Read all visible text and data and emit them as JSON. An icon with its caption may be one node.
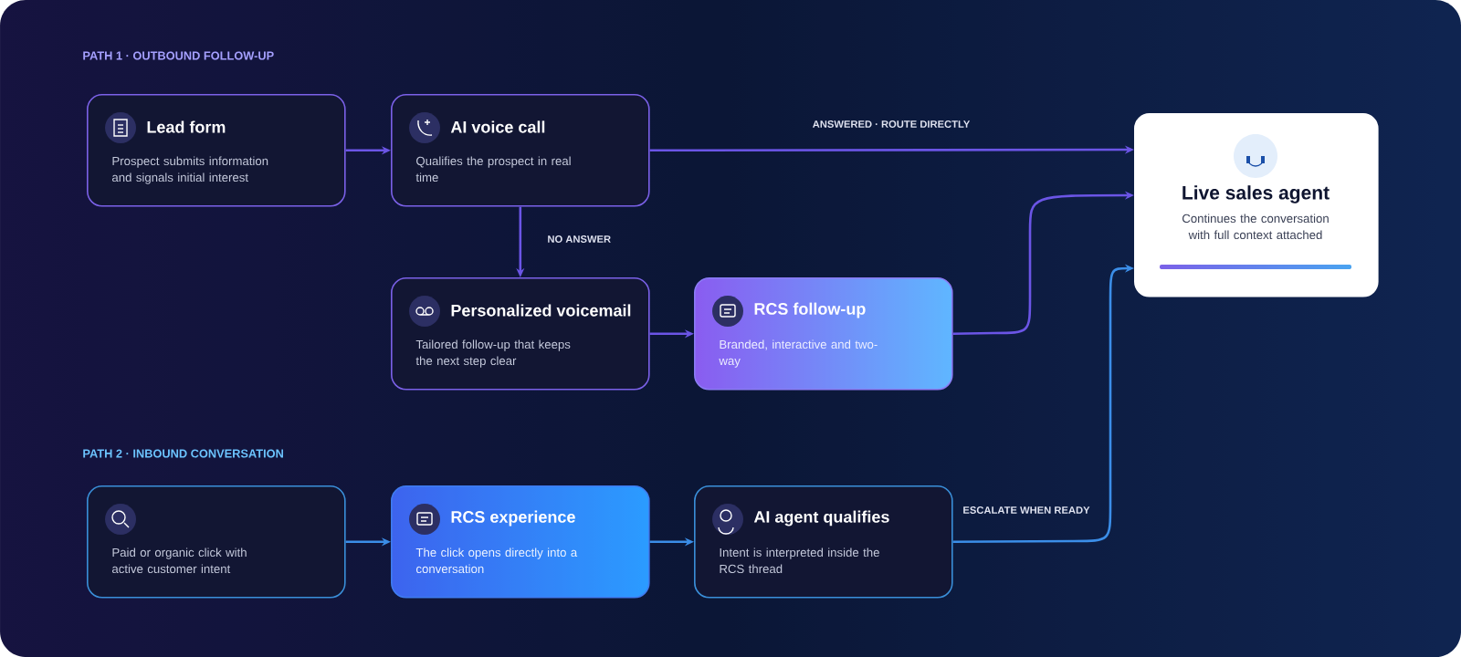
{
  "diagram": {
    "nodes": [
      {
        "text": [
          "Lead form",
          "Prospect submits information and signals initial interest"
        ]
      },
      {
        "text": [
          "AI voice call",
          "Qualifies the prospect in real time"
        ]
      },
      {
        "text": [
          "Personalized voicemail",
          "Tailored follow-up that keeps the next step clear"
        ]
      },
      {
        "text": [
          "RCS follow-up",
          "Branded, interactive and two-way"
        ]
      },
      {
        "text": [
          "Live sales agent",
          "Continues the conversation with full context attached"
        ]
      },
      {
        "text": [
          "Paid or organic click with active customer intent"
        ]
      },
      {
        "text": [
          "RCS experience",
          "The click opens directly into a conversation"
        ]
      },
      {
        "text": [
          "AI agent qualifies",
          "Intent is interpreted inside the RCS thread"
        ]
      }
    ],
    "edges": [
      {
        "from": 0,
        "to": 1,
        "arrow": "to"
      },
      {
        "from": 1,
        "to": 4,
        "arrow": "to",
        "label": "ANSWERED · ROUTE DIRECTLY"
      },
      {
        "from": 1,
        "to": 2,
        "arrow": "to",
        "label": "NO ANSWER"
      },
      {
        "from": 2,
        "to": 3,
        "arrow": "to"
      },
      {
        "from": 3,
        "to": 4,
        "arrow": "to"
      },
      {
        "from": 5,
        "to": 6,
        "arrow": "to",
        "color": "#3b8ee8"
      },
      {
        "from": 6,
        "to": 7,
        "arrow": "to",
        "color": "#3b8ee8"
      },
      {
        "from": 7,
        "to": 4,
        "arrow": "to",
        "label": "ESCALATE WHEN READY",
        "color": "#3b8ee8"
      }
    ],
    "labels": [
      "PATH 1 · OUTBOUND FOLLOW-UP",
      "PATH 2 · INBOUND CONVERSATION"
    ]
  }
}
